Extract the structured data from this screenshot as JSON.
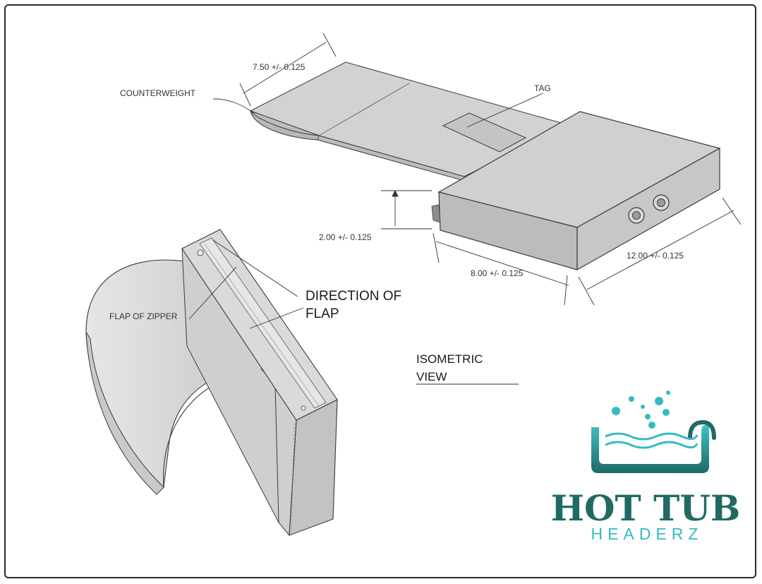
{
  "labels": {
    "counterweight": "COUNTERWEIGHT",
    "tag": "TAG",
    "width_dim": "7.50 +/- 0.125",
    "height_dim": "2.00 +/- 0.125",
    "depth_dim": "8.00 +/- 0.125",
    "length_dim": "12.00 +/- 0.125",
    "flap_of_zipper": "FLAP OF ZIPPER",
    "direction_line1": "DIRECTION OF",
    "direction_line2": "FLAP",
    "isometric_line1": "ISOMETRIC",
    "isometric_line2": "VIEW"
  },
  "logo": {
    "main": "HOT TUB",
    "sub": "HEADERZ",
    "colors": {
      "dark": "#1f6b64",
      "light": "#38b9c0"
    }
  }
}
